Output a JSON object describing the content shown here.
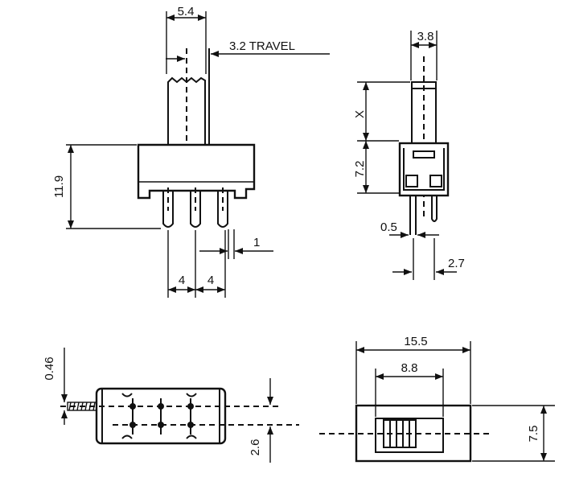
{
  "dimensions": {
    "front": {
      "actuator_width": "5.4",
      "travel": "3.2  TRAVEL",
      "height": "11.9",
      "pin_width": "1",
      "pitch_left": "4",
      "pitch_right": "4"
    },
    "side": {
      "actuator_width": "3.8",
      "actuator_height": "X",
      "body_height": "7.2",
      "pin_thickness": "0.5",
      "pin_spacing": "2.7"
    },
    "bottom": {
      "pin_diameter": "0.46",
      "row_spacing": "2.6"
    },
    "top": {
      "body_length": "15.5",
      "slot_length": "8.8",
      "body_width": "7.5"
    }
  },
  "colors": {
    "ink": "#111111",
    "paper": "#ffffff"
  }
}
